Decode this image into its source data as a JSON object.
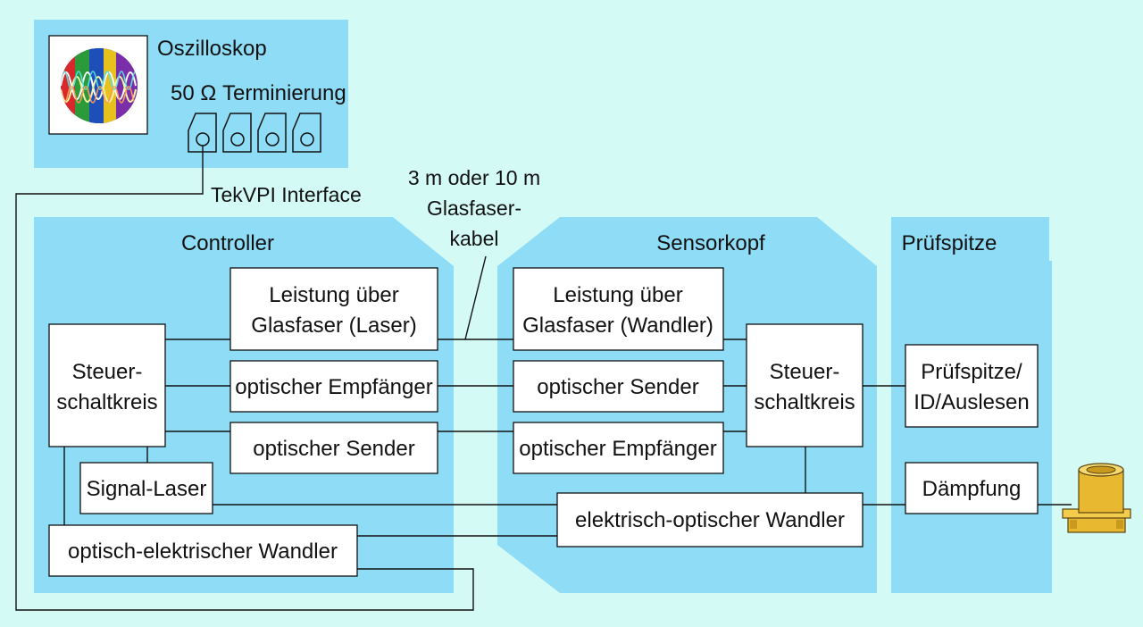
{
  "oscilloscope": {
    "title": "Oszilloskop",
    "termination_label": "50 Ω Terminierung",
    "interface_label": "TekVPI Interface"
  },
  "fiber_cable": {
    "label_lines": [
      "3 m oder 10 m",
      "Glasfaser-",
      "kabel"
    ]
  },
  "controller": {
    "title": "Controller",
    "power_box": [
      "Leistung über",
      "Glasfaser (Laser)"
    ],
    "receiver_box": "optischer Empfänger",
    "sender_box": "optischer Sender",
    "control_box": [
      "Steuer-",
      "schaltkreis"
    ],
    "signal_laser_box": "Signal-Laser",
    "oe_converter_box": "optisch-elektrischer Wandler"
  },
  "sensor_head": {
    "title": "Sensorkopf",
    "power_box": [
      "Leistung über",
      "Glasfaser (Wandler)"
    ],
    "sender_box": "optischer Sender",
    "receiver_box": "optischer Empfänger",
    "control_box": [
      "Steuer-",
      "schaltkreis"
    ],
    "eo_converter_box": "elektrisch-optischer Wandler"
  },
  "probe_tip": {
    "title": "Prüfspitze",
    "id_box": [
      "Prüfspitze/",
      "ID/Auslesen"
    ],
    "attenuation_box": "Dämpfung"
  },
  "colors": {
    "background": "#d4faf6",
    "section": "#8fdcf6",
    "connector": "#e8b830"
  }
}
